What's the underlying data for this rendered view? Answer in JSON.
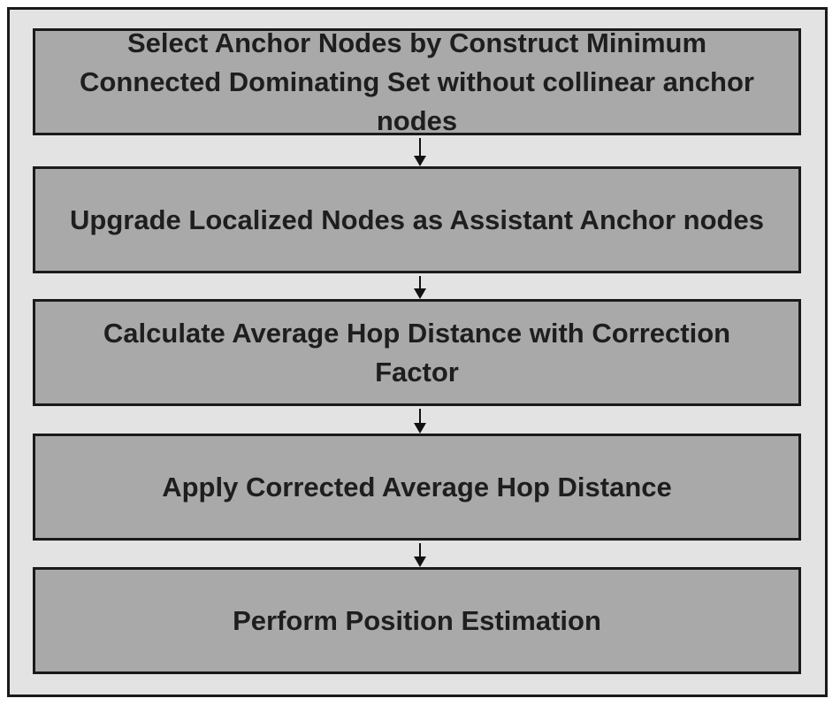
{
  "diagram": {
    "steps": [
      {
        "label": "Select Anchor Nodes by Construct Minimum Connected Dominating Set without collinear anchor nodes"
      },
      {
        "label": "Upgrade Localized Nodes as Assistant Anchor nodes"
      },
      {
        "label": "Calculate Average Hop Distance with Correction Factor"
      },
      {
        "label": "Apply Corrected Average Hop Distance"
      },
      {
        "label": "Perform Position Estimation"
      }
    ],
    "connections": [
      {
        "from": 1,
        "to": 2
      },
      {
        "from": 2,
        "to": 3
      },
      {
        "from": 3,
        "to": 4
      },
      {
        "from": 4,
        "to": 5
      }
    ],
    "colors": {
      "box_fill": "#a9a9a9",
      "frame_fill": "#e3e3e3",
      "border": "#1a1a1a",
      "text": "#1e1e1e"
    }
  }
}
